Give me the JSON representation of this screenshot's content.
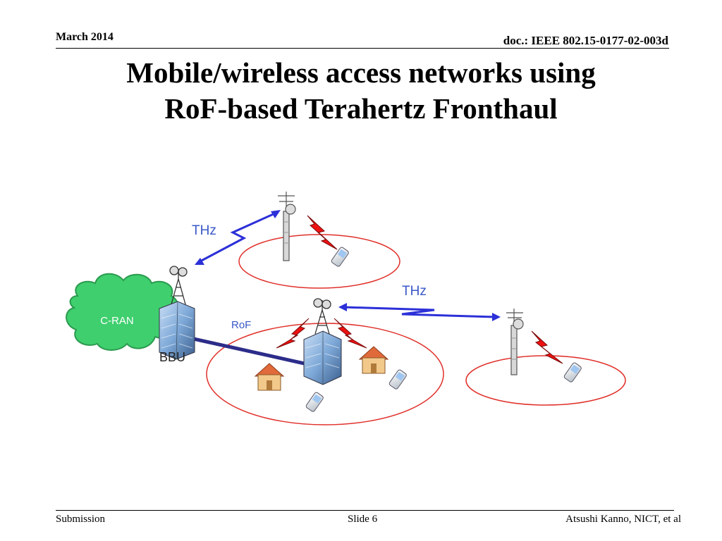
{
  "header": {
    "date": "March 2014",
    "doc": "doc.: IEEE 802.15-0177-02-003d"
  },
  "title": {
    "line1": "Mobile/wireless access networks using",
    "line2": "RoF-based Terahertz Fronthaul"
  },
  "diagram": {
    "cloud_label": "C-RAN",
    "bbu_label": "BBU",
    "rof_label": "RoF",
    "thz_label_1": "THz",
    "thz_label_2": "THz",
    "colors": {
      "cloud_fill": "#3fcf6e",
      "cloud_stroke": "#2a9a4e",
      "cell_ring": "#e0302a",
      "thz_arrow": "#2c30d8",
      "rof_link": "#2c2c8a",
      "signal_bolt": "#ee1111",
      "building": "#8fb8e6",
      "label_blue": "#3a58c8"
    }
  },
  "footer": {
    "left": "Submission",
    "center": "Slide 6",
    "right": "Atsushi Kanno, NICT, et al"
  }
}
